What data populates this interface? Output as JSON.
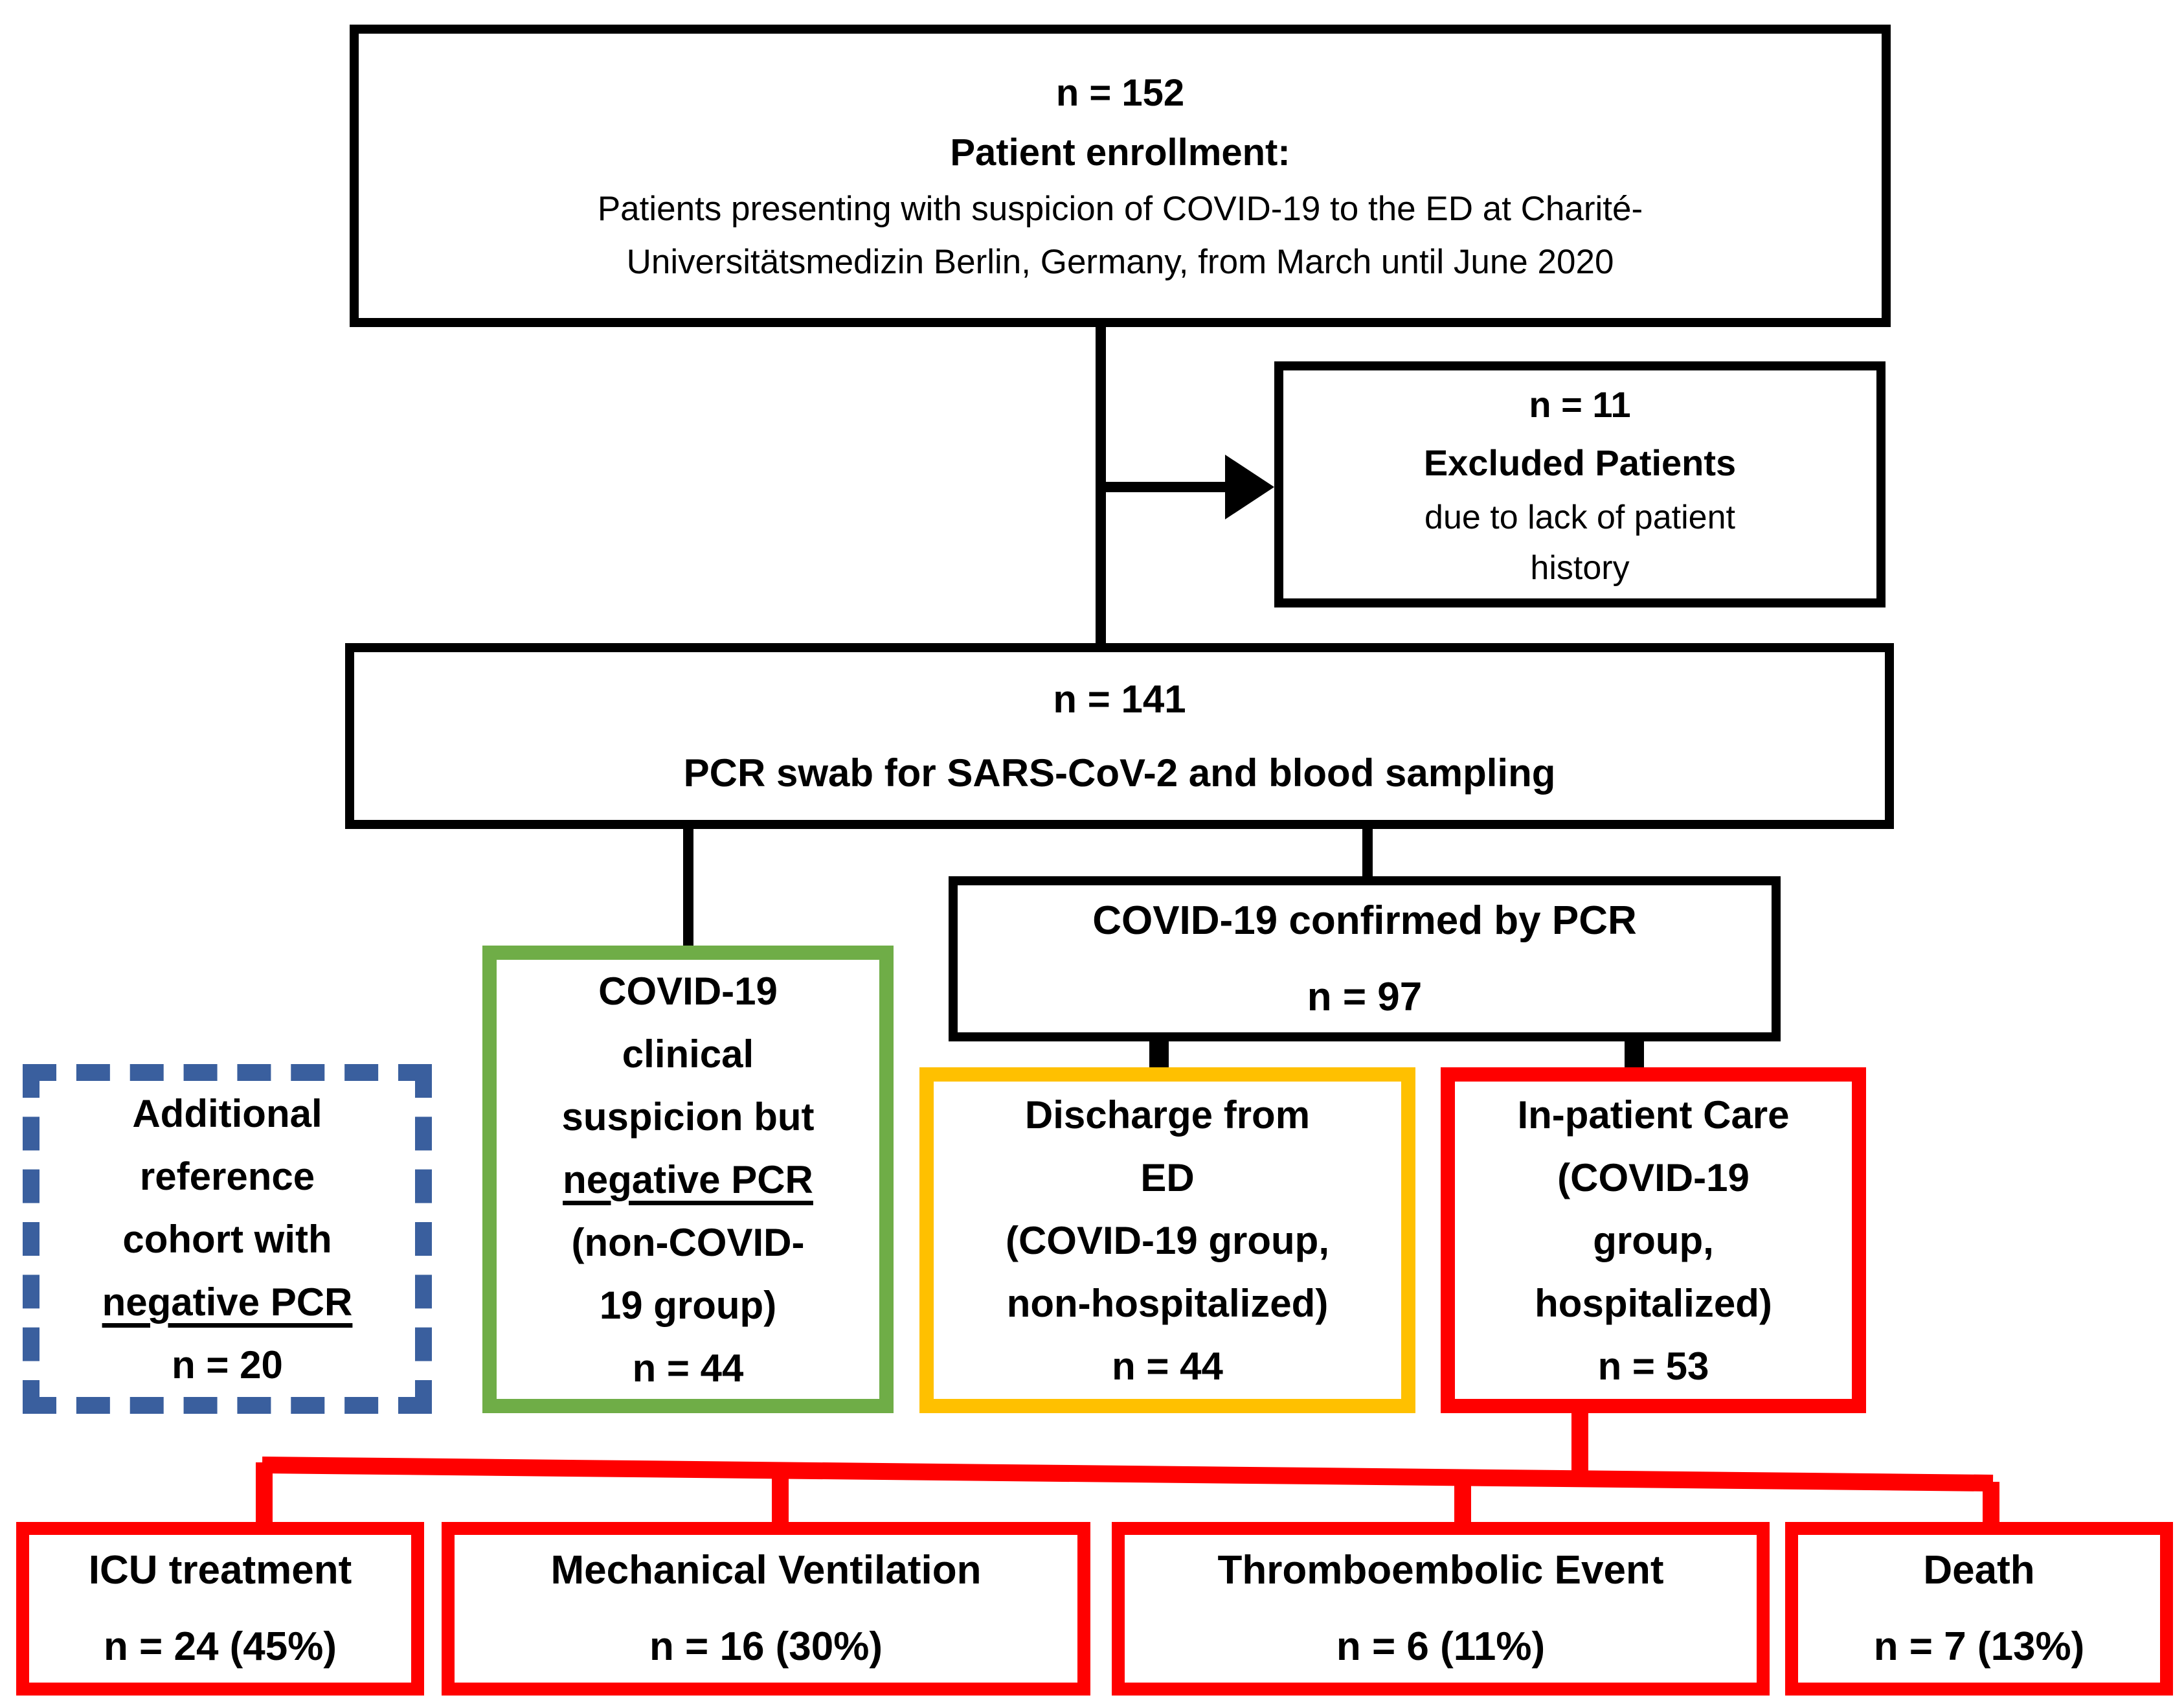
{
  "colors": {
    "box_border_black": "#000000",
    "non_covid_green": "#6FAD47",
    "discharge_yellow": "#FFC000",
    "inpatient_red": "#FF0000",
    "reference_blue_dashed": "#3A5F9E",
    "background": "#FFFFFF",
    "text": "#000000"
  },
  "diagram": {
    "enrollment": {
      "lines": [
        "n = 152",
        "Patient enrollment:",
        "Patients presenting with suspicion of COVID-19 to the ED at Charité-",
        "Universitätsmedizin Berlin, Germany, from March until June 2020"
      ]
    },
    "excluded": {
      "lines": [
        "n = 11",
        "Excluded Patients",
        "due to lack of patient",
        "history"
      ]
    },
    "pcr_swab": {
      "lines": [
        "n = 141",
        "PCR swab for SARS-CoV-2 and blood sampling"
      ]
    },
    "covid_confirmed": {
      "lines": [
        "COVID-19 confirmed by PCR",
        "n = 97"
      ]
    },
    "non_covid": {
      "lines": [
        "COVID-19",
        "clinical",
        "suspicion but",
        "negative PCR",
        "(non-COVID-",
        "19 group)",
        "n = 44"
      ]
    },
    "reference_cohort": {
      "lines": [
        "Additional",
        "reference",
        "cohort with",
        "negative PCR",
        "n = 20"
      ]
    },
    "discharge": {
      "lines": [
        "Discharge from",
        "ED",
        "(COVID-19 group,",
        "non-hospitalized)",
        "n = 44"
      ]
    },
    "inpatient": {
      "lines": [
        "In-patient Care",
        "(COVID-19",
        "group,",
        "hospitalized)",
        "n = 53"
      ]
    },
    "icu": {
      "lines": [
        "ICU treatment",
        "n = 24 (45%)"
      ]
    },
    "ventilation": {
      "lines": [
        "Mechanical Ventilation",
        "n = 16 (30%)"
      ]
    },
    "thromboembolic": {
      "lines": [
        "Thromboembolic Event",
        "n = 6 (11%)"
      ]
    },
    "death": {
      "lines": [
        "Death",
        "n = 7 (13%)"
      ]
    }
  }
}
